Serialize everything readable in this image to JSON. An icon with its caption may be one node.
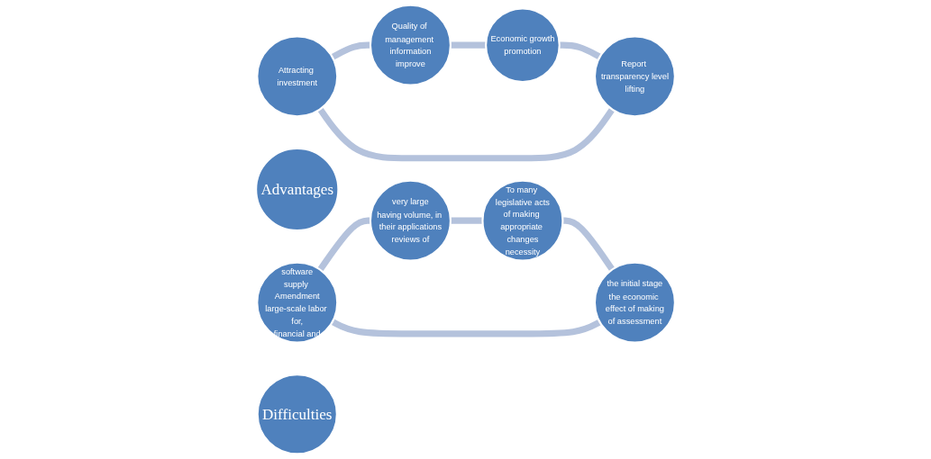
{
  "diagram": {
    "nodes": [
      {
        "text": [
          "Attracting investment"
        ]
      },
      {
        "text": [
          "Report transparency level",
          "lifting"
        ]
      },
      {
        "text": [
          "Advantages"
        ]
      },
      {
        "text": [
          "Quality of management information",
          "improve"
        ]
      },
      {
        "text": [
          "Economic growth",
          "promotion"
        ]
      },
      {
        "text": [
          "software",
          "supply Amendment",
          "large-scale labor for,",
          "financial and"
        ]
      },
      {
        "text": [
          "the initial stage",
          "the economic effect of making",
          "of assessment"
        ]
      },
      {
        "text": [
          "Difficulties"
        ]
      },
      {
        "text": [
          "very large",
          "having volume, in their applications",
          "reviews of"
        ]
      },
      {
        "text": [
          "To many legislative acts",
          "of making appropriate changes",
          "necessity"
        ]
      }
    ],
    "edges": [
      {
        "from": 0,
        "to": 3,
        "arrow": "none"
      },
      {
        "from": 3,
        "to": 4,
        "arrow": "none"
      },
      {
        "from": 4,
        "to": 1,
        "arrow": "none"
      },
      {
        "from": 1,
        "to": 0,
        "arrow": "none"
      },
      {
        "from": 5,
        "to": 8,
        "arrow": "none"
      },
      {
        "from": 8,
        "to": 9,
        "arrow": "none"
      },
      {
        "from": 9,
        "to": 6,
        "arrow": "none"
      },
      {
        "from": 6,
        "to": 5,
        "arrow": "none"
      }
    ]
  }
}
